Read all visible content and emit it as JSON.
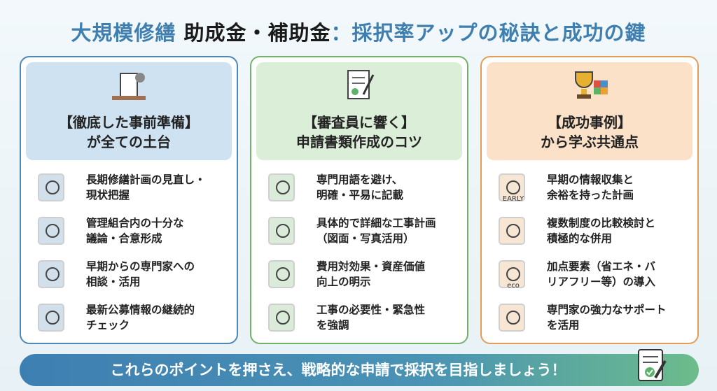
{
  "title": {
    "part1": "大規模修繕 ",
    "part2": "助成金・補助金",
    "part3": "：採択率アップの秘訣と成功の鍵"
  },
  "cards": [
    {
      "heading1": "【徹底した事前準備】",
      "heading2": "が全ての土台",
      "icon": "building-gear-icon",
      "items": [
        {
          "icon": "document-magnifier-icon",
          "line1": "長期修繕計画の見直し・",
          "line2": "現状把握"
        },
        {
          "icon": "meeting-icon",
          "line1": "管理組合内の十分な",
          "line2": "議論・合意形成"
        },
        {
          "icon": "handshake-icon",
          "line1": "早期からの専門家への",
          "line2": "相談・活用"
        },
        {
          "icon": "satellite-newspaper-icon",
          "line1": "最新公募情報の継続的",
          "line2": "チェック"
        }
      ]
    },
    {
      "heading1": "【審査員に響く】",
      "heading2": "申請書類作成のコツ",
      "icon": "document-pen-icon",
      "items": [
        {
          "icon": "translate-icon",
          "line1": "専門用語を避け、",
          "line2": "明確・平易に記載"
        },
        {
          "icon": "blueprint-camera-icon",
          "line1": "具体的で詳細な工事計画",
          "line2": "（図面・写真活用）"
        },
        {
          "icon": "growth-chart-yen-icon",
          "line1": "費用対効果・資産価値",
          "line2": "向上の明示"
        },
        {
          "icon": "shield-exclamation-icon",
          "line1": "工事の必要性・緊急性",
          "line2": "を強調"
        }
      ]
    },
    {
      "heading1": "【成功事例】",
      "heading2": "から学ぶ共通点",
      "icon": "trophy-puzzle-icon",
      "items": [
        {
          "icon": "clock-calendar-early-icon",
          "line1": "早期の情報収集と",
          "line2": "余裕を持った計画",
          "badge": "EARLY"
        },
        {
          "icon": "puzzle-pieces-icon",
          "line1": "複数制度の比較検討と",
          "line2": "積極的な併用"
        },
        {
          "icon": "eco-accessibility-icon",
          "line1": "加点要素（省エネ・バ",
          "line2": "リアフリー等）の導入",
          "badge": "eco"
        },
        {
          "icon": "support-agent-icon",
          "line1": "専門家の強力なサポート",
          "line2": "を活用"
        }
      ]
    }
  ],
  "banner": {
    "text": "これらのポイントを押さえ、戦略的な申請で採択を目指しましょう！",
    "icon": "approved-document-icon"
  },
  "colors": {
    "blue": "#4f87b6",
    "green": "#72b26b",
    "orange": "#e39d57"
  }
}
